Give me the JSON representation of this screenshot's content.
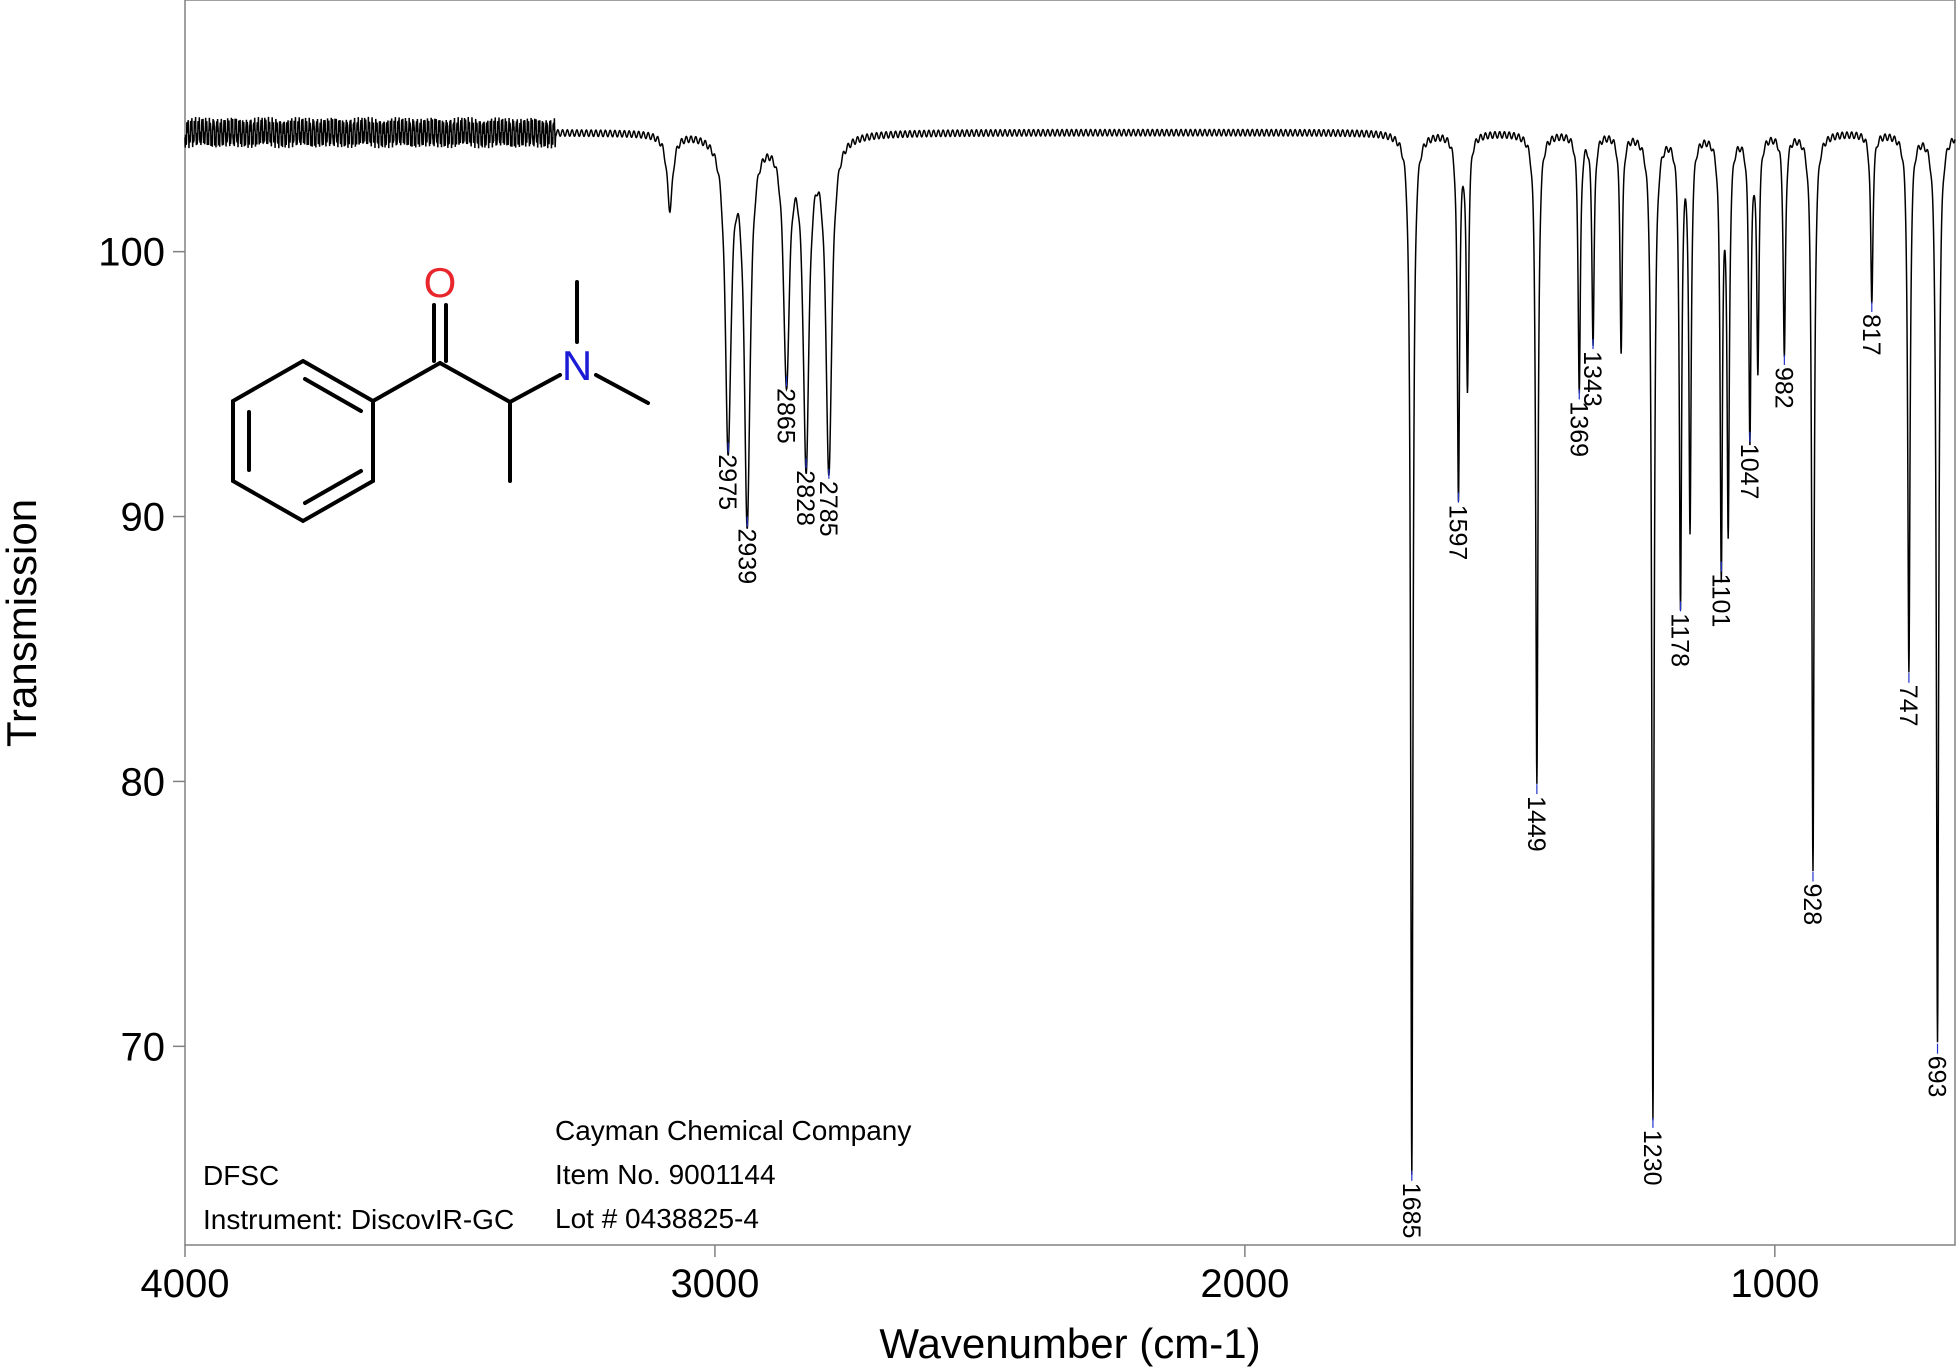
{
  "chart_data": {
    "type": "line",
    "title": "",
    "xlabel": "Wavenumber (cm-1)",
    "ylabel": "Transmission",
    "xlim": [
      4000,
      660
    ],
    "ylim": [
      62.5,
      109.5
    ],
    "x_reversed": true,
    "xticks": [
      4000,
      3000,
      2000,
      1000
    ],
    "yticks": [
      70,
      80,
      90,
      100
    ],
    "grid": false,
    "line_color": "#000000",
    "marker_line_color": "#2233cc",
    "baseline": 104.5,
    "peaks": [
      {
        "x": 3085,
        "y": 101.7,
        "label": ""
      },
      {
        "x": 2975,
        "y": 92.8,
        "label": "2975"
      },
      {
        "x": 2939,
        "y": 90.0,
        "label": "2939"
      },
      {
        "x": 2865,
        "y": 95.3,
        "label": "2865"
      },
      {
        "x": 2828,
        "y": 92.2,
        "label": "2828"
      },
      {
        "x": 2785,
        "y": 91.8,
        "label": "2785"
      },
      {
        "x": 1685,
        "y": 65.3,
        "label": "1685"
      },
      {
        "x": 1597,
        "y": 90.9,
        "label": "1597"
      },
      {
        "x": 1580,
        "y": 95.0,
        "label": ""
      },
      {
        "x": 1449,
        "y": 79.9,
        "label": "1449"
      },
      {
        "x": 1369,
        "y": 94.8,
        "label": "1369"
      },
      {
        "x": 1343,
        "y": 96.7,
        "label": "1343"
      },
      {
        "x": 1290,
        "y": 96.4,
        "label": ""
      },
      {
        "x": 1230,
        "y": 67.3,
        "label": "1230"
      },
      {
        "x": 1178,
        "y": 86.8,
        "label": "1178"
      },
      {
        "x": 1160,
        "y": 89.7,
        "label": ""
      },
      {
        "x": 1101,
        "y": 88.3,
        "label": "1101"
      },
      {
        "x": 1088,
        "y": 89.8,
        "label": ""
      },
      {
        "x": 1047,
        "y": 93.2,
        "label": "1047"
      },
      {
        "x": 1032,
        "y": 95.8,
        "label": ""
      },
      {
        "x": 982,
        "y": 96.1,
        "label": "982"
      },
      {
        "x": 928,
        "y": 76.6,
        "label": "928"
      },
      {
        "x": 817,
        "y": 98.1,
        "label": "817"
      },
      {
        "x": 747,
        "y": 84.1,
        "label": "747"
      },
      {
        "x": 693,
        "y": 70.1,
        "label": "693"
      }
    ]
  },
  "structure": {
    "atom_o": "O",
    "atom_n": "N",
    "o_color": "#e8262b",
    "n_color": "#1b1bd6"
  },
  "info": {
    "left_line1": "DFSC",
    "left_line2": "Instrument: DiscovIR-GC",
    "right_line1": "Cayman Chemical Company",
    "right_line2": "Item No. 9001144",
    "right_line3": "Lot # 0438825-4"
  }
}
